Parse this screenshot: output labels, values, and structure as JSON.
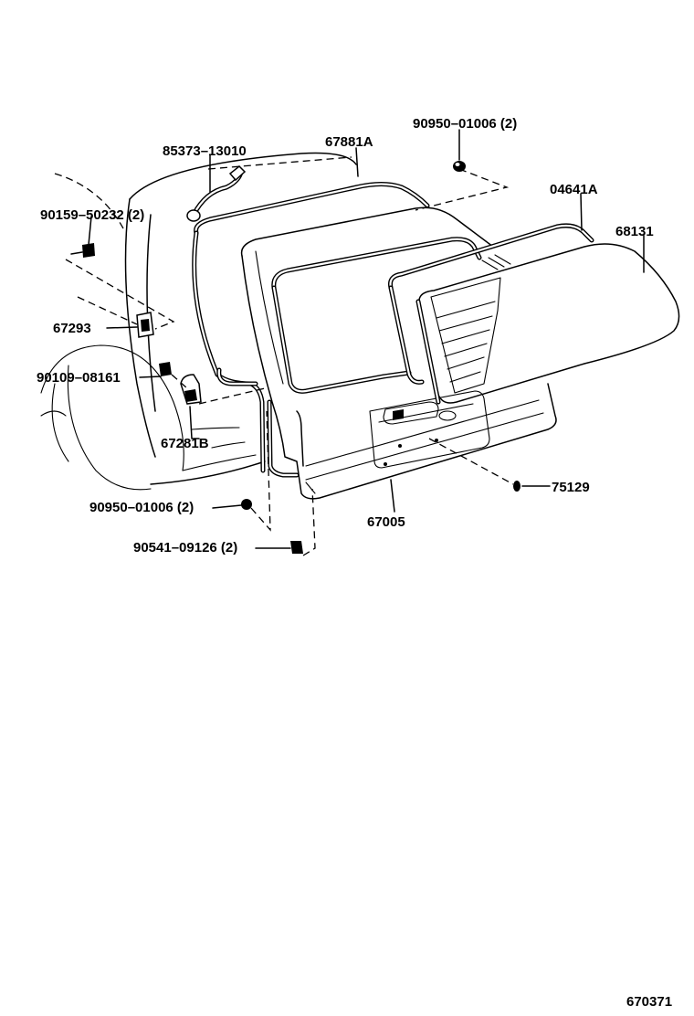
{
  "diagram": {
    "diagram_code": "670371",
    "parts": [
      {
        "id": "p85373",
        "label": "85373–13010"
      },
      {
        "id": "p67881A",
        "label": "67881A"
      },
      {
        "id": "p90950top",
        "label": "90950–01006 (2)"
      },
      {
        "id": "p04641A",
        "label": "04641A"
      },
      {
        "id": "p68131",
        "label": "68131"
      },
      {
        "id": "p90159",
        "label": "90159–50232 (2)"
      },
      {
        "id": "p67293",
        "label": "67293"
      },
      {
        "id": "p90109",
        "label": "90109–08161"
      },
      {
        "id": "p67281B",
        "label": "67281B"
      },
      {
        "id": "p75129",
        "label": "75129"
      },
      {
        "id": "p67005",
        "label": "67005"
      },
      {
        "id": "p90950bot",
        "label": "90950–01006 (2)"
      },
      {
        "id": "p90541",
        "label": "90541–09126 (2)"
      }
    ]
  }
}
